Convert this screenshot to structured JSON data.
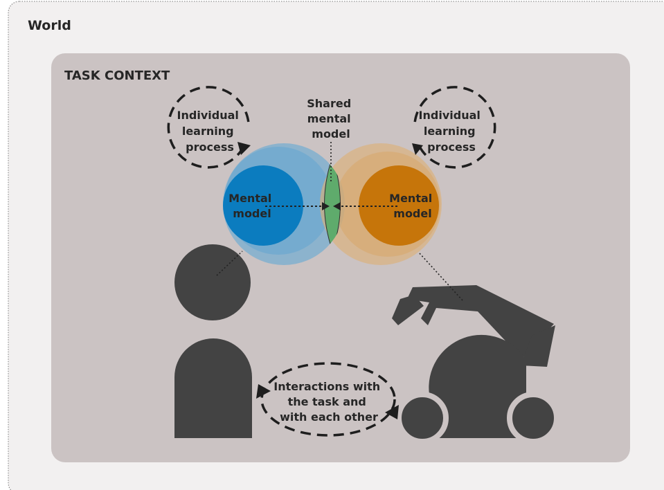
{
  "world_label": "World",
  "task_context_label": "TASK CONTEXT",
  "shared_mental_model": [
    "Shared",
    "mental",
    "model"
  ],
  "human": {
    "learning_process": [
      "Individual",
      "learning",
      "process"
    ],
    "mental_model": [
      "Mental",
      "model"
    ]
  },
  "robot": {
    "learning_process": [
      "Individual",
      "learning",
      "process"
    ],
    "mental_model": [
      "Mental",
      "model"
    ]
  },
  "interactions": [
    "Interactions with",
    "the task and",
    "with each other"
  ],
  "colors": {
    "world_background": "#f2f0f0",
    "task_context_background": "#cbc3c3",
    "human_model": "#0b7cbf",
    "human_model_halo": "#4a9fd3",
    "robot_model": "#c6750a",
    "robot_model_halo": "#d9a462",
    "shared_model": "#5fab6c",
    "figure_shape": "#434343"
  },
  "icons": [
    "human-figure-icon",
    "robot-arm-icon",
    "cycle-arrow-icon"
  ]
}
